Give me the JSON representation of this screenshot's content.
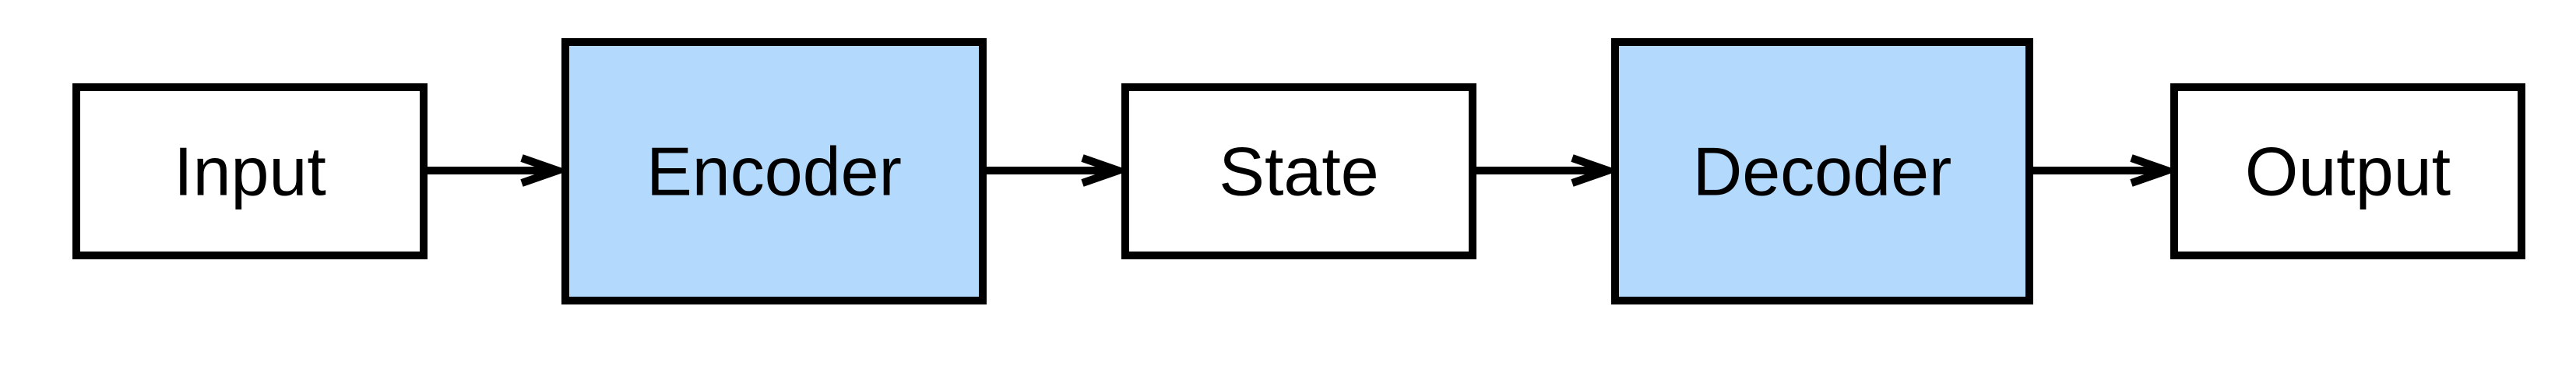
{
  "diagram": {
    "nodes": [
      {
        "id": "input",
        "label": "Input",
        "fill": "#ffffff"
      },
      {
        "id": "encoder",
        "label": "Encoder",
        "fill": "#b3d9fd"
      },
      {
        "id": "state",
        "label": "State",
        "fill": "#ffffff"
      },
      {
        "id": "decoder",
        "label": "Decoder",
        "fill": "#b3d9fd"
      },
      {
        "id": "output",
        "label": "Output",
        "fill": "#ffffff"
      }
    ],
    "edges": [
      {
        "from": "input",
        "to": "encoder"
      },
      {
        "from": "encoder",
        "to": "state"
      },
      {
        "from": "state",
        "to": "decoder"
      },
      {
        "from": "decoder",
        "to": "output"
      }
    ],
    "stroke_color": "#000000"
  }
}
